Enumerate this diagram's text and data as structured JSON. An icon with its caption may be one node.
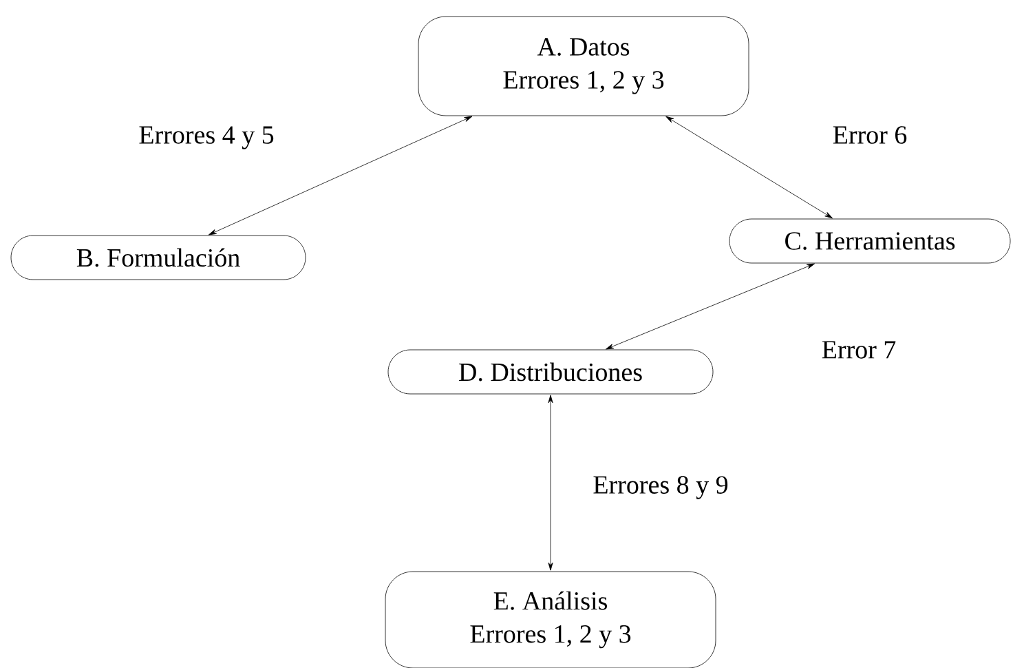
{
  "diagram": {
    "nodes": [
      {
        "text": [
          "A. Datos",
          "Errores 1, 2 y 3"
        ]
      },
      {
        "text": [
          "B. Formulación"
        ]
      },
      {
        "text": [
          "C. Herramientas"
        ]
      },
      {
        "text": [
          "D. Distribuciones"
        ]
      },
      {
        "text": [
          "E. Análisis",
          "Errores 1, 2 y 3"
        ]
      }
    ],
    "edges": [
      {
        "from": 0,
        "to": 1,
        "arrow": "both",
        "label": "Errores 4 y 5"
      },
      {
        "from": 0,
        "to": 2,
        "arrow": "both",
        "label": "Error 6"
      },
      {
        "from": 2,
        "to": 3,
        "arrow": "both",
        "label": "Error 7"
      },
      {
        "from": 3,
        "to": 4,
        "arrow": "both",
        "label": "Errores 8 y 9"
      }
    ]
  }
}
